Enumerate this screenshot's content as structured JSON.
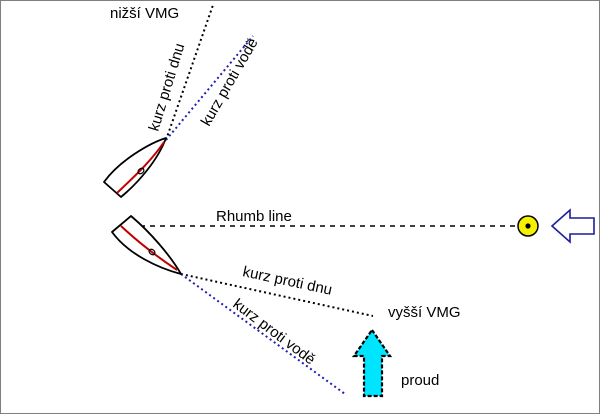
{
  "labels": {
    "lower_vmg": "nižší VMG",
    "upper_course_ground": "kurz proti dnu",
    "upper_course_water": "kurz proti vodě",
    "rhumb_line": "Rhumb line",
    "lower_course_ground": "kurz proti dnu",
    "higher_vmg": "vyšší VMG",
    "lower_course_water": "kurz proti vodě",
    "current": "proud"
  },
  "icons": {
    "boats": "sailboat-icon",
    "mark": "yellow-mark-buoy-icon",
    "wind_arrow": "wind-direction-arrow-icon",
    "current_arrow": "current-arrow-icon"
  },
  "colors": {
    "ground_course_line": "#000000",
    "water_course_line": "#1f1fb0",
    "sail": "#c00000",
    "mark_fill": "#f5ef00",
    "wind_arrow_stroke": "#1c1c9c",
    "current_arrow_fill": "#00e5ff",
    "frame": "#7f7f7f"
  }
}
